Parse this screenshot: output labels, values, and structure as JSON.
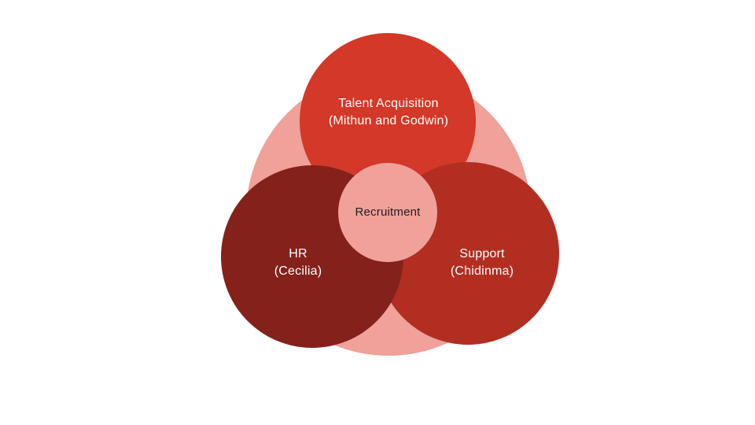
{
  "diagram": {
    "type": "venn-cluster",
    "center": {
      "label": "Recruitment",
      "fill_color": "#efa19a",
      "text_color": "#212121"
    },
    "background_circle": {
      "fill_color": "#efa19a"
    },
    "circles": [
      {
        "id": "talent-acquisition",
        "label_line1": "Talent Acquisition",
        "label_line2": "(Mithun and Godwin)",
        "fill_color": "#d43828",
        "text_color": "#ffffff"
      },
      {
        "id": "hr",
        "label_line1": "HR",
        "label_line2": "(Cecilia)",
        "fill_color": "#85211b",
        "text_color": "#ffffff"
      },
      {
        "id": "support",
        "label_line1": "Support",
        "label_line2": "(Chidinma)",
        "fill_color": "#b22e21",
        "text_color": "#ffffff"
      }
    ]
  }
}
